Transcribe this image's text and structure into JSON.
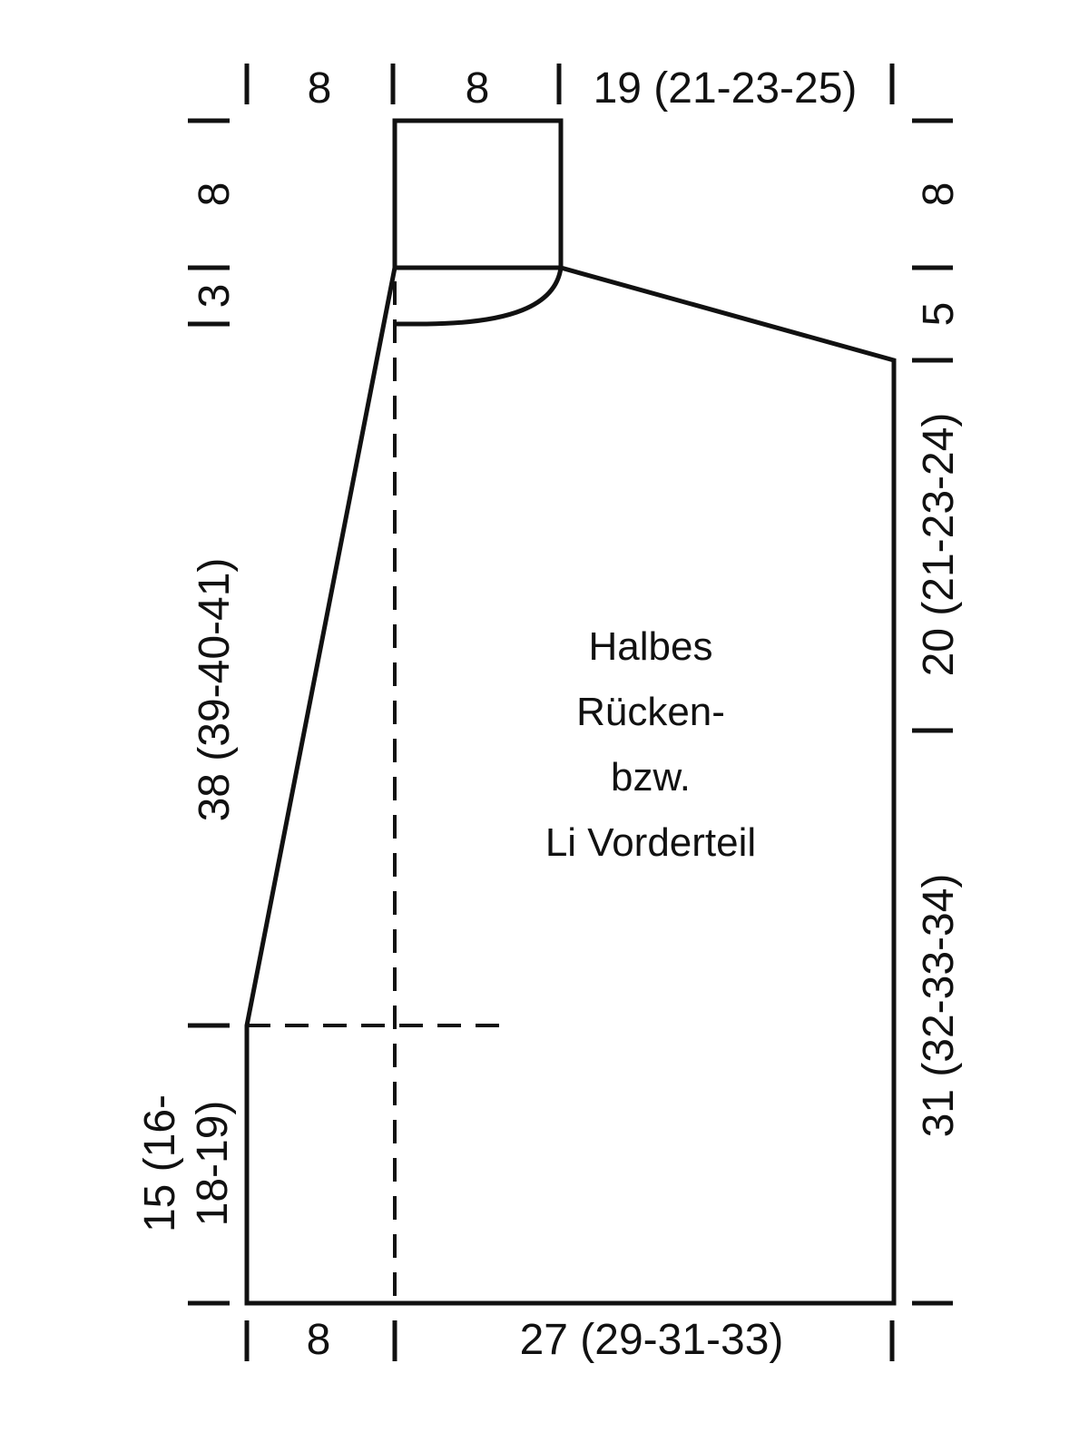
{
  "diagram": {
    "piece_label": [
      "Halbes",
      "Rücken-",
      "bzw.",
      "Li Vorderteil"
    ],
    "top": {
      "left_8": "8",
      "mid_8": "8",
      "right": "19 (21-23-25)"
    },
    "bottom": {
      "left_8": "8",
      "right": "27 (29-31-33)"
    },
    "left_side": {
      "top_8": "8",
      "neck_3": "3",
      "upper": "38 (39-40-41)",
      "lower_line1": "15 (16-",
      "lower_line2": "18-19)"
    },
    "right_side": {
      "top_8": "8",
      "shoulder_5": "5",
      "armhole": "20 (21-23-24)",
      "body": "31 (32-33-34)"
    }
  }
}
